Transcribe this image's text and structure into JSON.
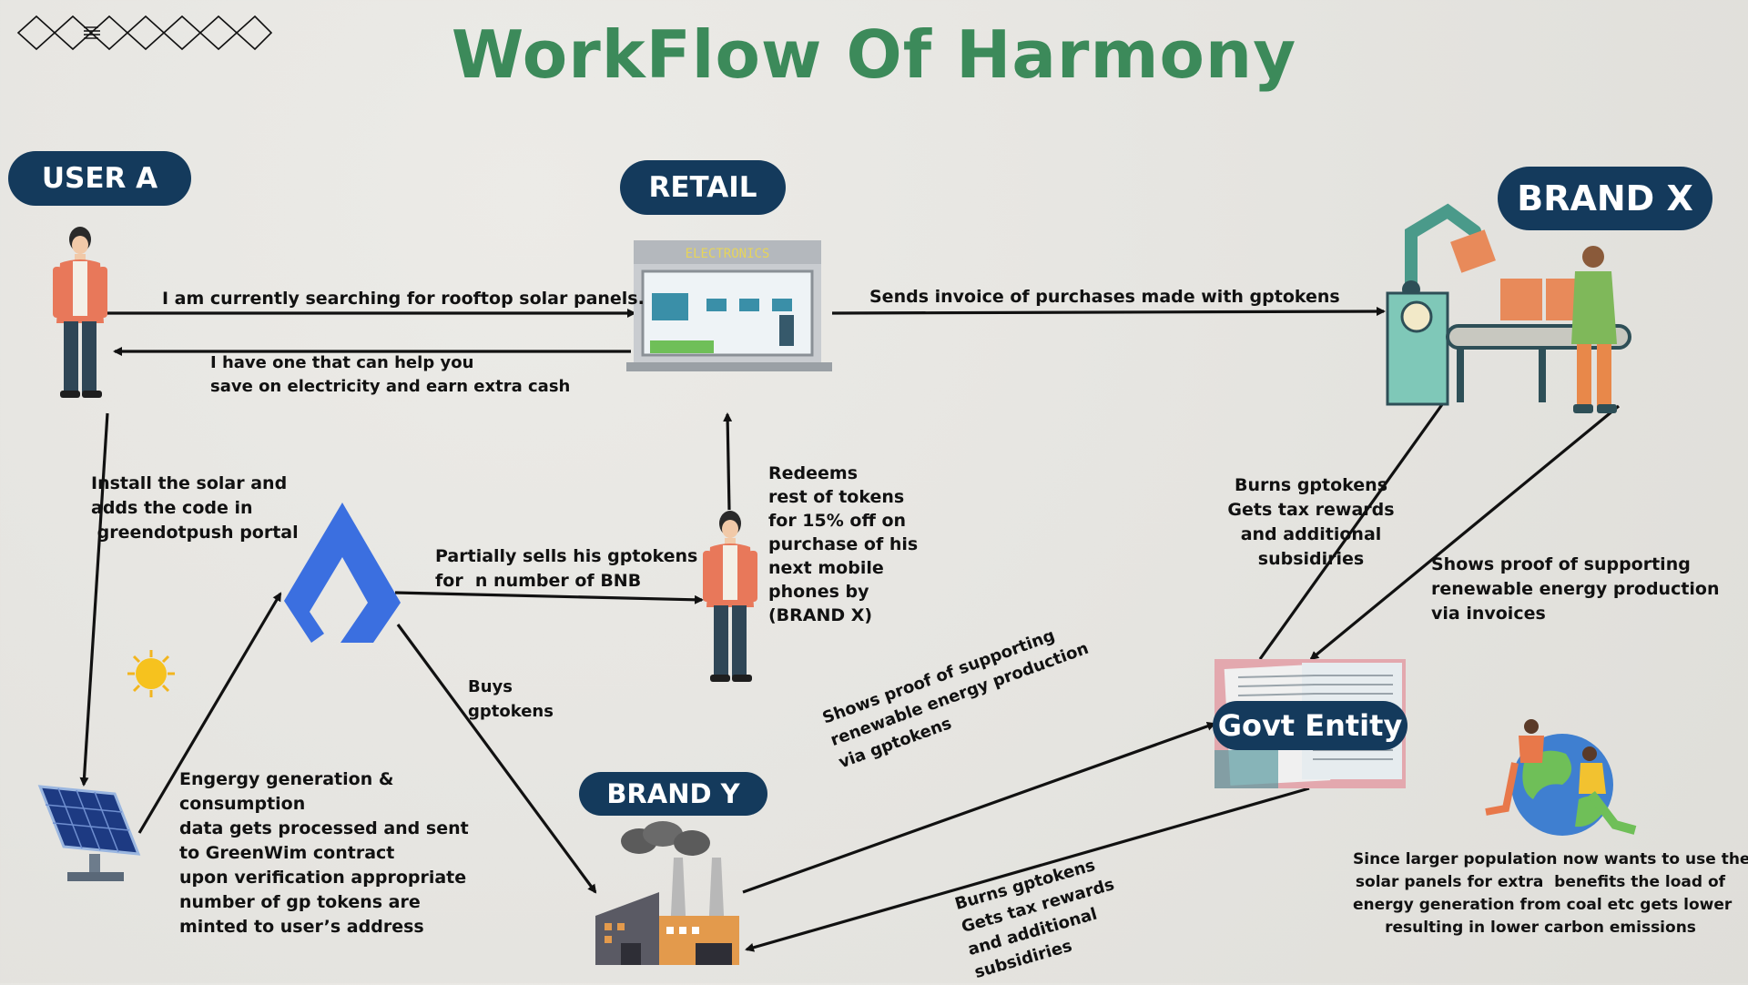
{
  "title": "WorkFlow Of Harmony",
  "entities": {
    "user_a": "USER A",
    "retail": "RETAIL",
    "brand_x": "BRAND X",
    "brand_y": "BRAND Y",
    "govt": "Govt Entity",
    "store_sign": "ELECTRONICS"
  },
  "labels": {
    "user_to_retail": "I am currently searching for rooftop solar panels.",
    "retail_to_user": "I have one that can help you\nsave on electricity and earn extra cash",
    "retail_to_brandx": "Sends invoice of purchases made with gptokens",
    "install": "Install the solar and\nadds the code in\n greendotpush portal",
    "sells": "Partially sells his gptokens\nfor  n number of BNB",
    "redeems": "Redeems\nrest of tokens\nfor 15% off on\npurchase of his\nnext mobile\nphones by\n(BRAND X)",
    "buys": "Buys\ngptokens",
    "energy": "Engergy generation &\nconsumption\ndata gets processed and sent\nto GreenWim contract\nupon verification appropriate\nnumber of gp tokens are\nminted to user’s address",
    "govt_burn_x": "Burns gptokens\nGets tax rewards\nand additional\nsubsidiries",
    "brandx_proof": "Shows proof of supporting\nrenewable energy production\nvia invoices",
    "brandy_proof": "Shows proof of supporting\nrenewable energy production\nvia gptokens",
    "govt_burn_y": "Burns gptokens\nGets tax rewards\nand additional\nsubsidiries",
    "population": "Since larger population now wants to use the\nsolar panels for extra  benefits the load of\nenergy generation from coal etc gets lower\nresulting in lower carbon emissions"
  },
  "colors": {
    "title": "#3c8a5a",
    "pill": "#143a5c",
    "logo_blue": "#3b6fe0",
    "jacket": "#e8785a",
    "factory_orange": "#e39a4c"
  },
  "icons": [
    "diamond-chain-icon",
    "person-icon",
    "store-icon",
    "factory-robot-icon",
    "lisk-logo-icon",
    "sun-icon",
    "solar-panel-icon",
    "factory-icon",
    "documents-icon",
    "earth-people-icon"
  ]
}
